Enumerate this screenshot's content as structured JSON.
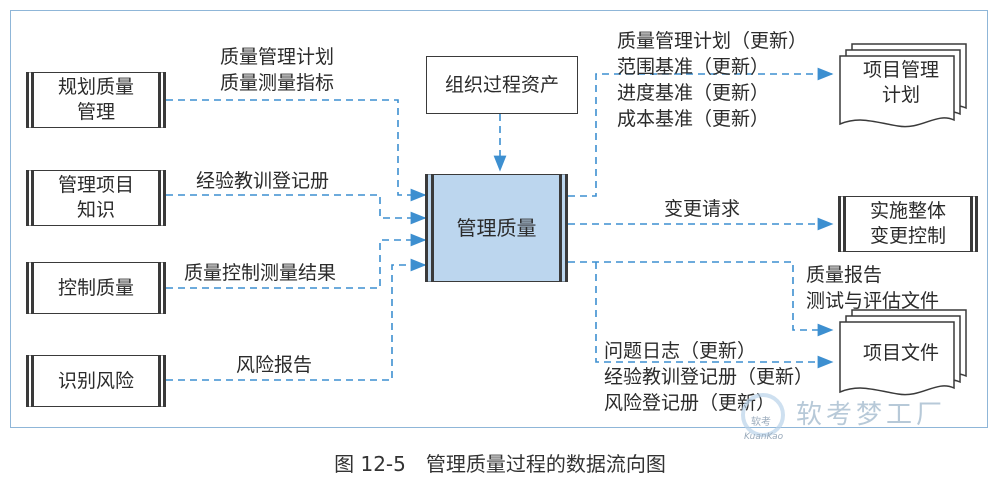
{
  "caption": "图 12-5　管理质量过程的数据流向图",
  "central": "管理质量",
  "top_input": "组织过程资产",
  "left_sources": [
    {
      "name": "规划质量\n管理",
      "label": "质量管理计划\n质量测量指标"
    },
    {
      "name": "管理项目\n知识",
      "label": "经验教训登记册"
    },
    {
      "name": "控制质量",
      "label": "质量控制测量结果"
    },
    {
      "name": "识别风险",
      "label": "风险报告"
    }
  ],
  "right_outputs": [
    {
      "name": "项目管理\n计划",
      "label": "质量管理计划（更新）\n范围基准（更新）\n进度基准（更新）\n成本基准（更新）"
    },
    {
      "name": "实施整体\n变更控制",
      "label": "变更请求"
    },
    {
      "name": "项目文件",
      "label_a": "质量报告\n测试与评估文件",
      "label_b": "问题日志（更新）\n经验教训登记册（更新）\n风险登记册（更新）"
    }
  ],
  "watermark": {
    "brand": "软考梦工厂",
    "small": "软考",
    "sub": "KuanKao"
  },
  "colors": {
    "line": "#3d8fd0",
    "central_fill": "#bcd6ee",
    "frame": "#8fb6d8"
  }
}
